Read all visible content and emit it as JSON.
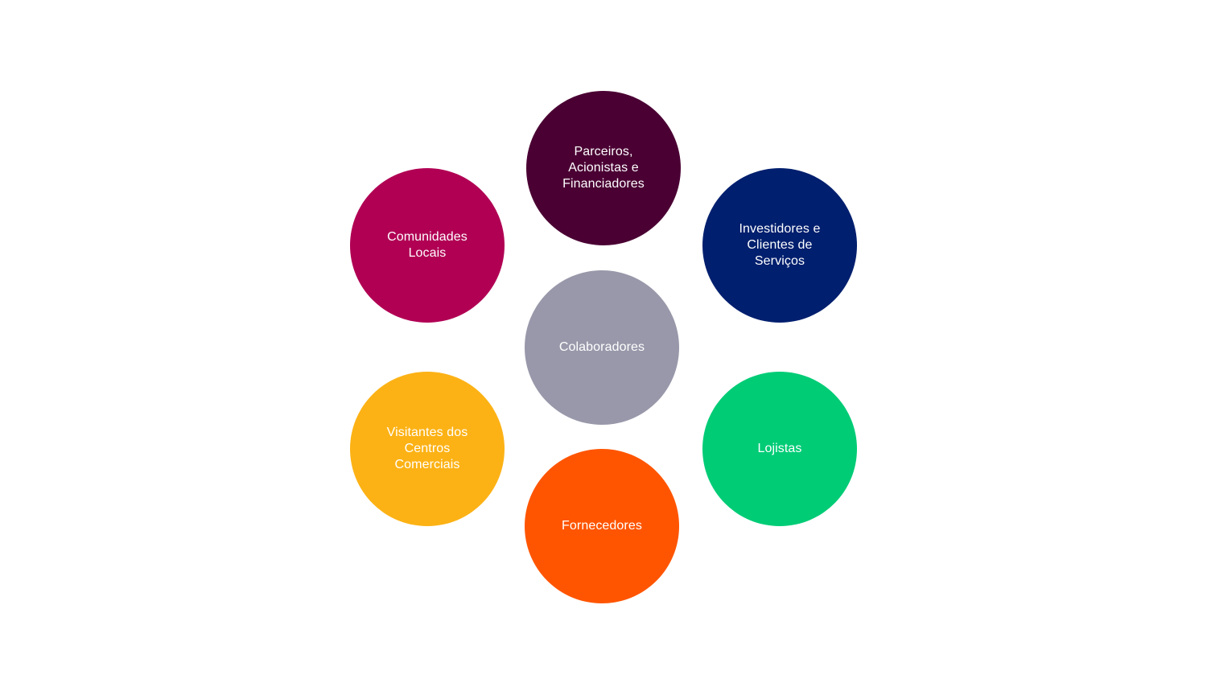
{
  "stakeholders": {
    "parceiros": {
      "label": "Parceiros,\nAcionistas e\nFinanciadores",
      "color": "#4a0033"
    },
    "comunidades": {
      "label": "Comunidades\nLocais",
      "color": "#b10054"
    },
    "investidores": {
      "label": "Investidores e\nClientes de\nServiços",
      "color": "#001f6e"
    },
    "colaboradores": {
      "label": "Colaboradores",
      "color": "#9898aa"
    },
    "visitantes": {
      "label": "Visitantes dos\nCentros\nComerciais",
      "color": "#fcb215"
    },
    "lojistas": {
      "label": "Lojistas",
      "color": "#00cc76"
    },
    "fornecedores": {
      "label": "Fornecedores",
      "color": "#ff5500"
    }
  }
}
